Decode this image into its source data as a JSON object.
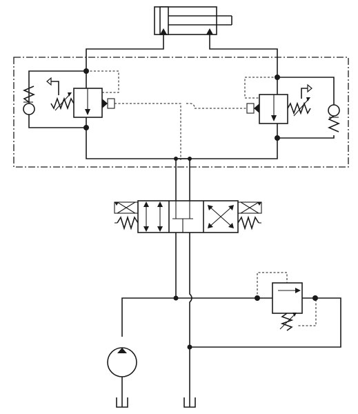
{
  "diagram": {
    "components": [
      {
        "name": "cylinder",
        "icon": "double-acting-cylinder-icon"
      },
      {
        "name": "left-counterbalance-valve",
        "icon": "pressure-relief-valve-icon"
      },
      {
        "name": "left-check-valve",
        "icon": "check-valve-icon"
      },
      {
        "name": "right-counterbalance-valve",
        "icon": "pressure-relief-valve-icon"
      },
      {
        "name": "right-check-valve",
        "icon": "check-valve-icon"
      },
      {
        "name": "directional-control-valve",
        "icon": "three-position-valve-icon"
      },
      {
        "name": "relief-valve",
        "icon": "pressure-relief-valve-icon"
      },
      {
        "name": "pump",
        "icon": "hydraulic-pump-icon"
      },
      {
        "name": "tank",
        "icon": "reservoir-icon"
      }
    ],
    "line_color": "#1a1a1a",
    "background": "#ffffff"
  }
}
